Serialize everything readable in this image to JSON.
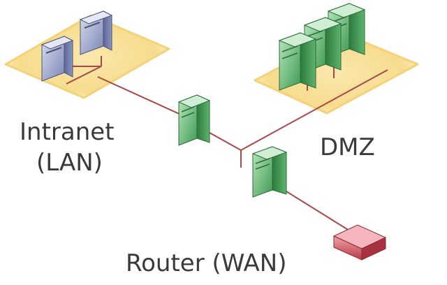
{
  "labels": {
    "lan_line1": "Intranet",
    "lan_line2": "(LAN)",
    "dmz": "DMZ",
    "router": "Router (WAN)"
  },
  "colors": {
    "lan_zone": "#f6dc8c",
    "dmz_zone": "#f6dc8c",
    "lan_host": "#9aa3c8",
    "firewall": "#6fc07a",
    "dmz_server": "#58b36c",
    "router": "#d9505e",
    "cable": "#a84848"
  },
  "icons": [
    "desktop-icon",
    "firewall-icon",
    "server-icon",
    "router-icon"
  ]
}
